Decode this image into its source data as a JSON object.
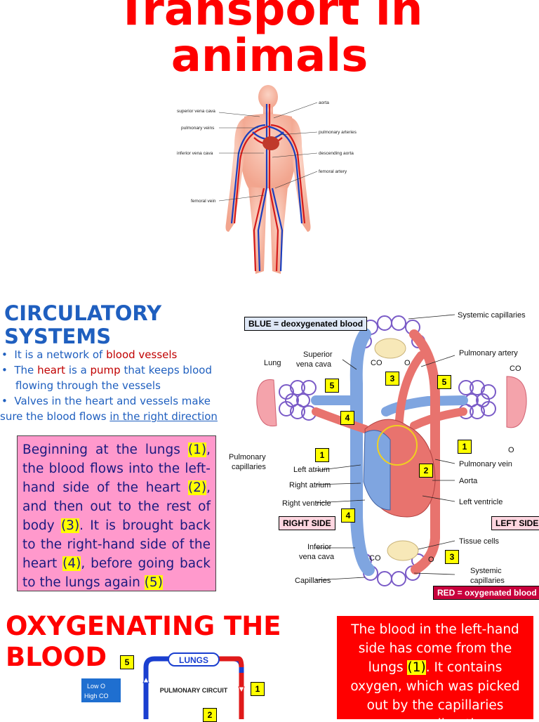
{
  "title": {
    "line1": "Transport in",
    "line2": "animals"
  },
  "body_figure": {
    "labels": {
      "superior_vena_cava": "superior vena cava",
      "pulmonary_veins": "pulmonary veins",
      "inferior_vena_cava": "inferior vena cava",
      "femoral_vein": "femoral vein",
      "aorta": "aorta",
      "pulmonary_arteries": "pulmonary arteries",
      "descending_aorta": "descending aorta",
      "femoral_artery": "femoral artery"
    }
  },
  "circulatory": {
    "heading": "CIRCULATORY SYSTEMS",
    "bullet1": {
      "pre": "It is a network of ",
      "term": "blood vessels"
    },
    "bullet2": {
      "pre": "The ",
      "term1": "heart",
      "mid": " is a ",
      "term2": "pump",
      "post": " that keeps blood flowing through the vessels"
    },
    "bullet3": {
      "pre": "Valves in the heart and vessels make sure the blood flows ",
      "link": "in the right direction"
    }
  },
  "pinkbox": {
    "s1": "Beginning at the lungs ",
    "n1": "(1)",
    "s2": ", the blood flows into the left-hand side of the heart ",
    "n2": "(2)",
    "s3": ", and then out to the rest of body ",
    "n3": "(3)",
    "s4": ". It is brought back to the right-hand side of the heart ",
    "n4": "(4)",
    "s5": ", before going back to the lungs again ",
    "n5": "(5)"
  },
  "diagram": {
    "blue_key": "BLUE = deoxygenated blood",
    "red_key": "RED = oxygenated blood",
    "right_side": "RIGHT SIDE",
    "left_side": "LEFT SIDE",
    "labels": {
      "systemic_capillaries_top": "Systemic capillaries",
      "superior_vena_cava_1": "Superior",
      "superior_vena_cava_2": "vena cava",
      "lung": "Lung",
      "pulmonary_artery": "Pulmonary artery",
      "co2": "CO",
      "o2": "O",
      "pulmonary_capillaries_1": "Pulmonary",
      "pulmonary_capillaries_2": "capillaries",
      "left_atrium": "Left atrium",
      "right_atrium": "Right atrium",
      "right_ventricle": "Right ventricle",
      "pulmonary_vein": "Pulmonary vein",
      "aorta": "Aorta",
      "left_ventricle": "Left ventricle",
      "tissue_cells": "Tissue cells",
      "inferior_vena_cava_1": "Inferior",
      "inferior_vena_cava_2": "vena cava",
      "capillaries": "Capillaries",
      "systemic_capillaries_1": "Systemic",
      "systemic_capillaries_2": "capillaries"
    },
    "numbers": [
      "1",
      "2",
      "3",
      "4",
      "5"
    ]
  },
  "oxygenating": {
    "heading_line1": "OXYGENATING THE",
    "heading_line2": "BLOOD",
    "lungs": "LUNGS",
    "circuit": "PULMONARY CIRCUIT",
    "low": "Low O",
    "high": "High CO",
    "num5": "5",
    "num1": "1",
    "num2": "2"
  },
  "redbox": {
    "s1": "The blood in the left-hand side has come from the lungs ",
    "n1": "(1)",
    "s2": ". It contains oxygen, which was picked out by the capillaries surrounding the"
  }
}
